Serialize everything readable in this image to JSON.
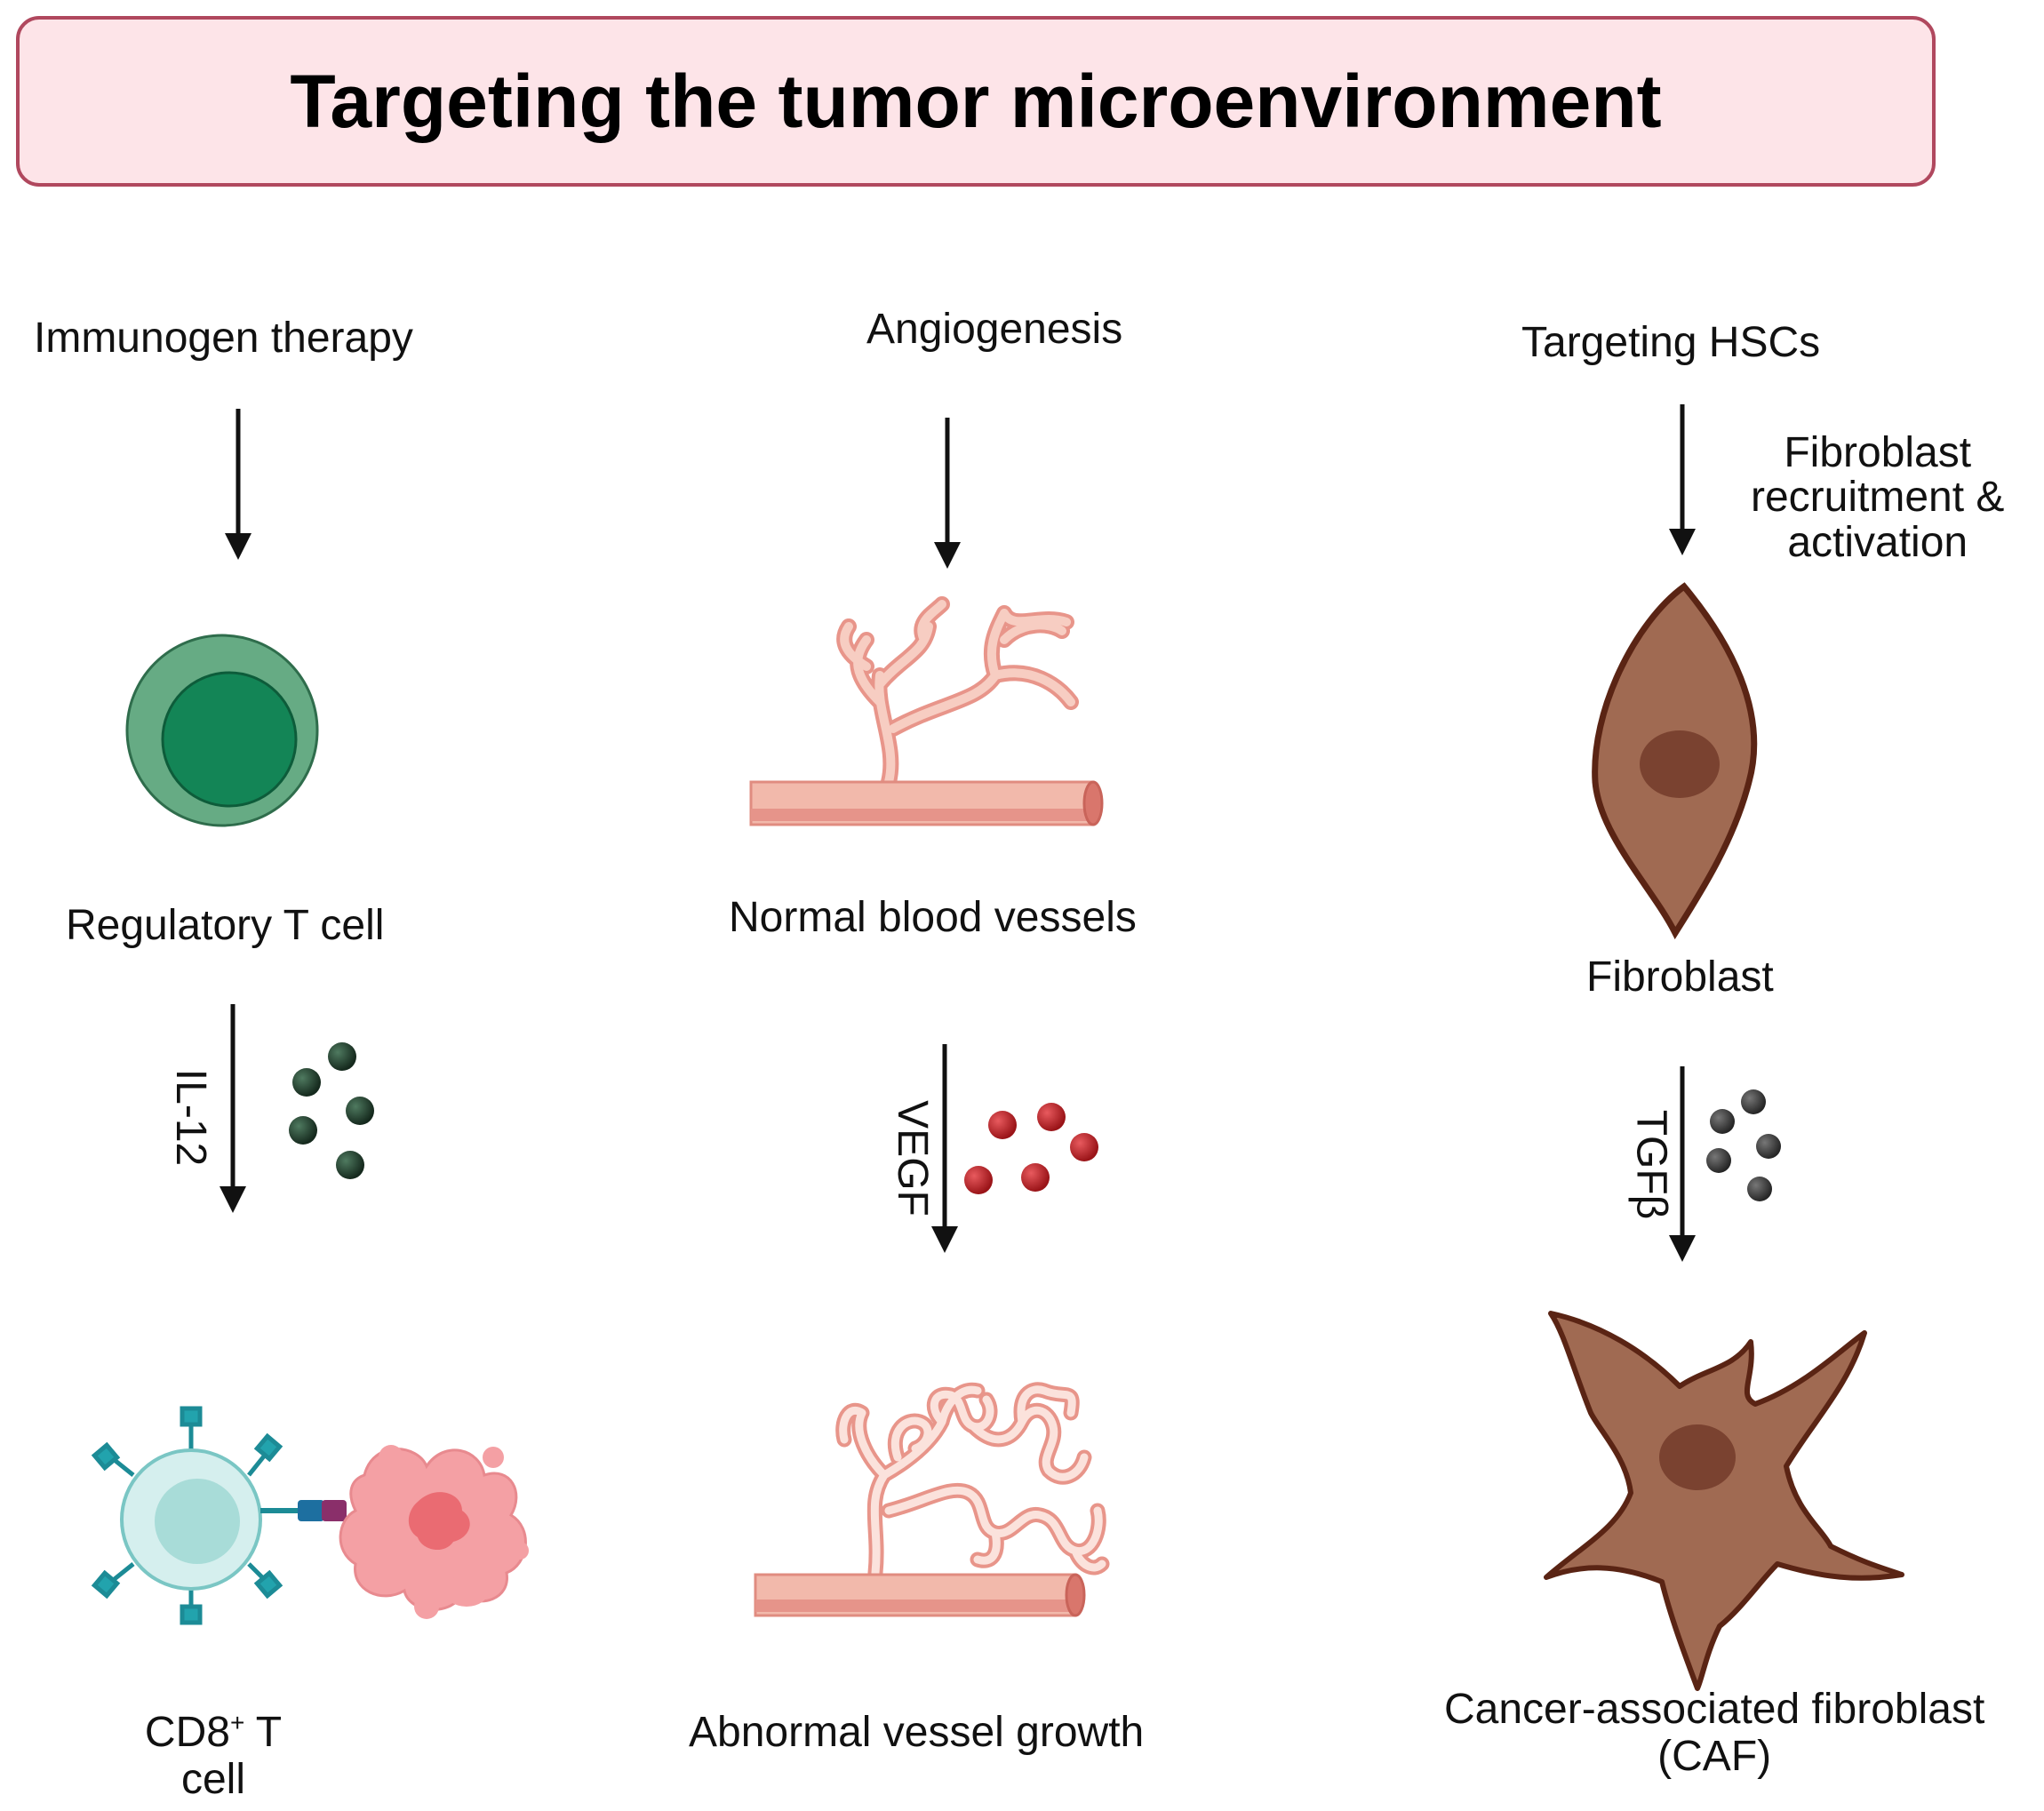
{
  "title": "Targeting the tumor microenvironment",
  "columns": [
    {
      "heading": "Immunogen therapy",
      "top_cell": "Regulatory T cell",
      "mediator": "IL-12",
      "bottom_cell_line1": "CD8",
      "bottom_cell_sup": "+",
      "bottom_cell_line1_end": " T",
      "bottom_cell_line2": "cell",
      "dot_color": "#1f3d2b"
    },
    {
      "heading": "Angiogenesis",
      "top_cell": "Normal blood vessels",
      "mediator": "VEGF",
      "bottom_cell": "Abnormal vessel growth",
      "dot_color": "#c0242a"
    },
    {
      "heading": "Targeting HSCs",
      "side_note_line1": "Fibroblast",
      "side_note_line2": "recruitment &",
      "side_note_line3": "activation",
      "top_cell": "Fibroblast",
      "mediator": "TGFβ",
      "bottom_cell_line1": "Cancer-associated fibroblast",
      "bottom_cell_line2": "(CAF)",
      "dot_color": "#3b3b3b"
    }
  ],
  "colors": {
    "title_bg": "#fde4e8",
    "title_border": "#b0485e",
    "treg_outer": "#66ab84",
    "treg_inner": "#138556",
    "vessel": "#f2b9ab",
    "fibroblast": "#a06a52",
    "fibroblast_outline": "#5a2414",
    "cd8": "#bfe6e4",
    "tumor": "#f4a0a4"
  }
}
